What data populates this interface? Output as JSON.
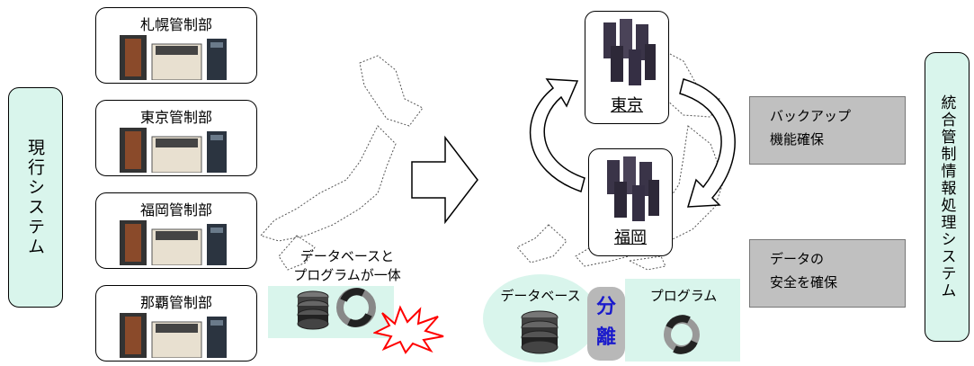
{
  "current_system": {
    "label": "現行システム"
  },
  "offices": [
    {
      "label": "札幌管制部"
    },
    {
      "label": "東京管制部"
    },
    {
      "label": "福岡管制部"
    },
    {
      "label": "那覇管制部"
    }
  ],
  "combined_note": {
    "line1": "データベースと",
    "line2": "プログラムが一体"
  },
  "datacenters": {
    "tokyo": "東京",
    "fukuoka": "福岡"
  },
  "backup_box": {
    "line1": "バックアップ",
    "line2": "機能確保"
  },
  "safety_box": {
    "line1": "データの",
    "line2": "安全を確保"
  },
  "separation": {
    "database": "データベース",
    "sep_top": "分",
    "sep_bottom": "離",
    "program": "プログラム"
  },
  "integrated_system": {
    "label": "統合管制情報処理システム"
  },
  "colors": {
    "mint": "#d9f5ec",
    "grey_box": "#c0c0c0",
    "sep_text": "#1a1acc",
    "burst": "#ff0000"
  }
}
